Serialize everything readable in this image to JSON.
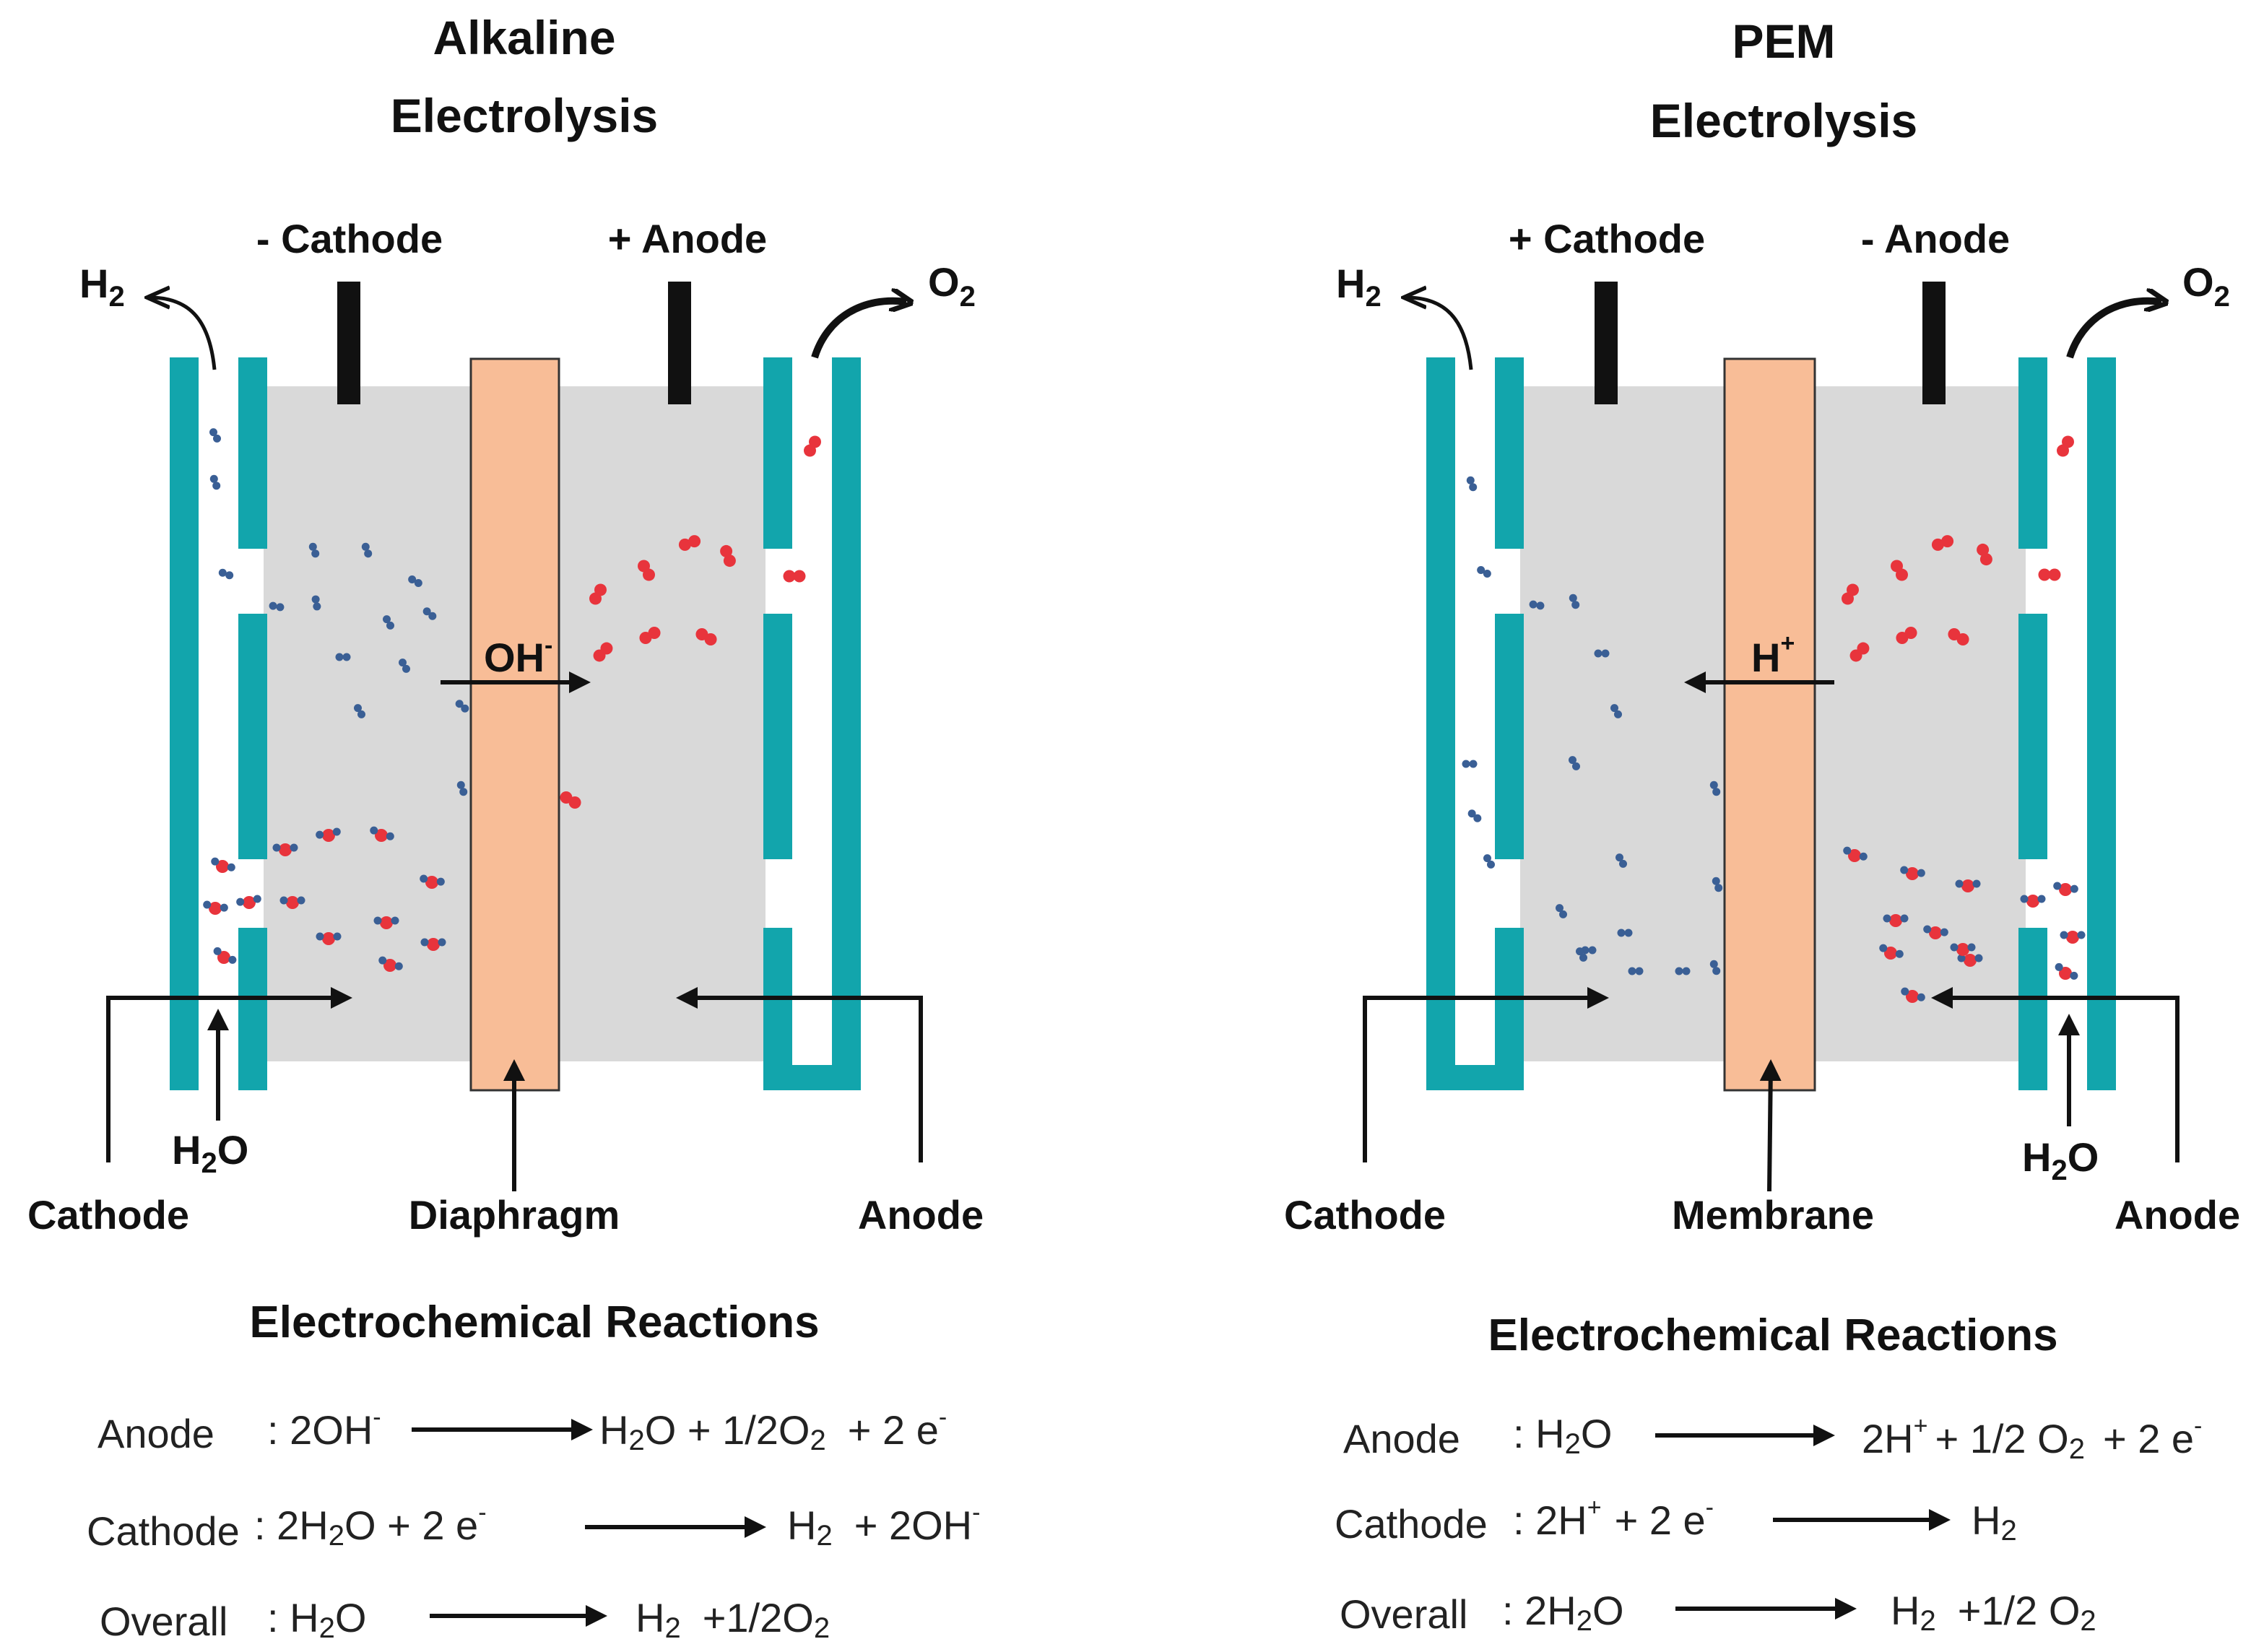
{
  "alkaline": {
    "title_line1": "Alkaline",
    "title_line2": "Electrolysis",
    "cathode_terminal": "- Cathode",
    "anode_terminal": "+ Anode",
    "ion": "OH",
    "ion_charge": "-",
    "gas_left": "H",
    "gas_left_sub": "2",
    "gas_right": "O",
    "gas_right_sub": "2",
    "water_in": "H",
    "water_in_sub": "2",
    "water_in_end": "O",
    "bottom_left": "Cathode",
    "bottom_middle": "Diaphragm",
    "bottom_right": "Anode",
    "reactions_heading": "Electrochemical Reactions",
    "reactions": {
      "anode_label": "Anode",
      "anode_lhs": ": 2OH",
      "anode_lhs_sup": "-",
      "anode_rhs_1": "H",
      "anode_rhs_1_sub": "2",
      "anode_rhs_2": "O + 1/2O",
      "anode_rhs_2_sub": "2",
      "anode_rhs_3": "+ 2 e",
      "anode_rhs_3_sup": "-",
      "cathode_label": "Cathode",
      "cathode_lhs_1": ": 2H",
      "cathode_lhs_1_sub": "2",
      "cathode_lhs_2": "O + 2 e",
      "cathode_lhs_2_sup": "-",
      "cathode_rhs_1": "H",
      "cathode_rhs_1_sub": "2",
      "cathode_rhs_2": "+ 2OH",
      "cathode_rhs_2_sup": "-",
      "overall_label": "Overall",
      "overall_lhs_1": ": H",
      "overall_lhs_1_sub": "2",
      "overall_lhs_2": "O",
      "overall_rhs_1": "H",
      "overall_rhs_1_sub": "2",
      "overall_rhs_2": "+1/2O",
      "overall_rhs_2_sub": "2"
    }
  },
  "pem": {
    "title_line1": "PEM",
    "title_line2": "Electrolysis",
    "cathode_terminal": "+ Cathode",
    "anode_terminal": "- Anode",
    "ion": "H",
    "ion_charge": "+",
    "gas_left": "H",
    "gas_left_sub": "2",
    "gas_right": "O",
    "gas_right_sub": "2",
    "water_in": "H",
    "water_in_sub": "2",
    "water_in_end": "O",
    "bottom_left": "Cathode",
    "bottom_middle": "Membrane",
    "bottom_right": "Anode",
    "reactions_heading": "Electrochemical Reactions",
    "reactions": {
      "anode_label": "Anode",
      "anode_lhs_1": ": H",
      "anode_lhs_1_sub": "2",
      "anode_lhs_2": "O",
      "anode_rhs_1": "2H",
      "anode_rhs_1_sup": "+",
      "anode_rhs_2": "+ 1/2 O",
      "anode_rhs_2_sub": "2",
      "anode_rhs_3": "+ 2 e",
      "anode_rhs_3_sup": "-",
      "cathode_label": "Cathode",
      "cathode_lhs_1": ": 2H",
      "cathode_lhs_1_sup": "+",
      "cathode_lhs_2": "+ 2 e",
      "cathode_lhs_2_sup": "-",
      "cathode_rhs_1": "H",
      "cathode_rhs_1_sub": "2",
      "overall_label": "Overall",
      "overall_lhs_1": ": 2H",
      "overall_lhs_1_sub": "2",
      "overall_lhs_2": "O",
      "overall_rhs_1": "H",
      "overall_rhs_1_sub": "2",
      "overall_rhs_2": "+1/2 O",
      "overall_rhs_2_sub": "2"
    }
  },
  "colors": {
    "electrode": "#12a5ac",
    "electrolyte": "#d9d9d9",
    "separator": "#f8bd97",
    "hydrogen_atom": "#3a5f95",
    "oxygen_atom": "#e8343c"
  }
}
